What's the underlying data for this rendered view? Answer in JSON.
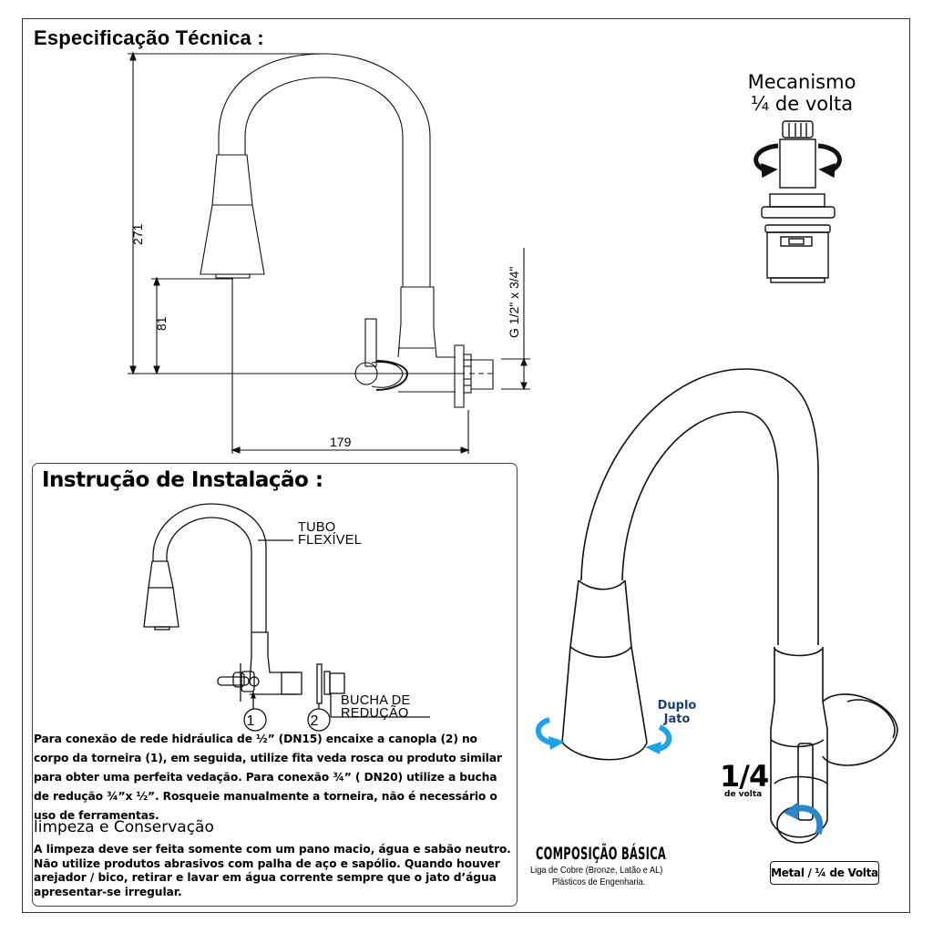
{
  "spec": {
    "title": "Especificação Técnica :",
    "dimensions": {
      "total_height": "271",
      "spout_height": "81",
      "projection": "179",
      "thread": "G 1/2\" x 3/4\""
    }
  },
  "mechanism": {
    "title_line1": "Mecanismo",
    "title_line2": "¼ de volta",
    "icon": "cartridge-rotate-icon"
  },
  "installation": {
    "title": "Instrução de Instalação :",
    "labels": {
      "tube_line1": "TUBO",
      "tube_line2": "FLEXÍVEL",
      "bushing_line1": "BUCHA DE",
      "bushing_line2": "REDUÇÃO",
      "part1": "1",
      "part2": "2"
    },
    "paragraph": "Para conexão de rede hidráulica de ½” (DN15) encaixe a canopla (2) no corpo da torneira (1), em seguida, utilize fita veda rosca ou produto similar para obter uma perfeita vedação. Para conexão ¾” ( DN20) utilize a bucha de redução ¾”x ½”.  Rosqueie manualmente a torneira, não é necessário o uso de ferramentas.",
    "cleaning_title": "limpeza e Conservação",
    "cleaning_text": "A limpeza deve ser feita somente com um pano macio, água e sabão neutro. Não utilize produtos  abrasivos com palha de aço e sapólio. Quando houver arejador / bico, retirar e lavar em água corrente sempre que o jato d’água apresentar-se irregular."
  },
  "composition": {
    "title": "COMPOSIÇÃO BÁSICA",
    "line1": "Liga de Cobre (Bronze, Latão e AL)",
    "line2": "Plásticos de Engenharia."
  },
  "product": {
    "feature_label_line1": "Duplo",
    "feature_label_line2": "Jato",
    "quarter_big": "1/4",
    "quarter_small": "de volta",
    "badge": "Metal / ¼ de Volta",
    "accent_color": "#1ea3e6",
    "label_color": "#1b3f73"
  }
}
